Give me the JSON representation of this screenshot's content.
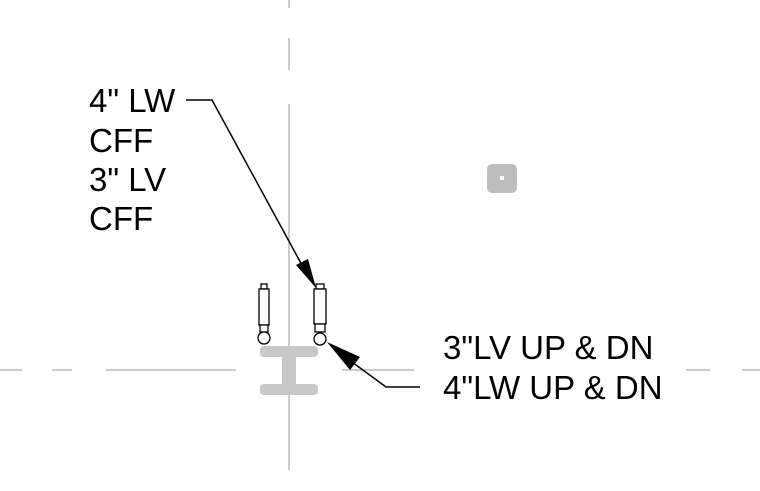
{
  "drawing": {
    "tag_left": {
      "lines": [
        "4\" LW",
        "CFF",
        "3\" LV",
        "CFF"
      ]
    },
    "tag_right": {
      "lines": [
        "3\"LV UP & DN",
        "4\"LW UP & DN"
      ]
    },
    "colors": {
      "linework": "#000000",
      "gridline": "#9a9a9a",
      "structure": "#c8c8c8",
      "marker": "#bdbdbd",
      "background": "#ffffff"
    }
  }
}
